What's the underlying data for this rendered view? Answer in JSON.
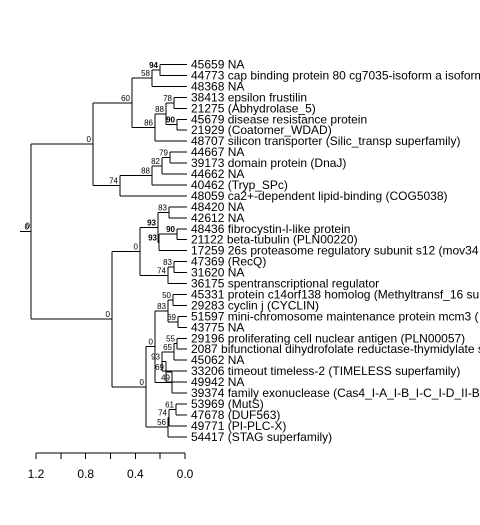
{
  "tree": {
    "leaves": [
      {
        "id": "45659",
        "label": "NA"
      },
      {
        "id": "44773",
        "label": "cap binding protein 80 cg7035-isoform a isoform"
      },
      {
        "id": "48368",
        "label": "NA"
      },
      {
        "id": "38413",
        "label": "epsilon frustilin"
      },
      {
        "id": "21275",
        "label": "(Abhydrolase_5)"
      },
      {
        "id": "45679",
        "label": "disease resistance protein"
      },
      {
        "id": "21929",
        "label": "(Coatomer_WDAD)"
      },
      {
        "id": "48707",
        "label": "silicon transporter (Silic_transp superfamily)"
      },
      {
        "id": "44667",
        "label": "NA"
      },
      {
        "id": "39173",
        "label": "domain protein (DnaJ)"
      },
      {
        "id": "44662",
        "label": "NA"
      },
      {
        "id": "40462",
        "label": "(Tryp_SPc)"
      },
      {
        "id": "48059",
        "label": "ca2+-dependent lipid-binding (COG5038)"
      },
      {
        "id": "48420",
        "label": "NA"
      },
      {
        "id": "42612",
        "label": "NA"
      },
      {
        "id": "48436",
        "label": "fibrocystin-l-like protein"
      },
      {
        "id": "21122",
        "label": "beta-tubulin (PLN00220)"
      },
      {
        "id": "17259",
        "label": "26s proteasome regulatory subunit s12 (mov34"
      },
      {
        "id": "47369",
        "label": "(RecQ)"
      },
      {
        "id": "31620",
        "label": "NA"
      },
      {
        "id": "36175",
        "label": "spentranscriptional regulator"
      },
      {
        "id": "45331",
        "label": "protein c14orf138 homolog (Methyltransf_16 su"
      },
      {
        "id": "29283",
        "label": "cyclin j (CYCLIN)"
      },
      {
        "id": "51597",
        "label": "mini-chromosome maintenance protein mcm3 ("
      },
      {
        "id": "43775",
        "label": "NA"
      },
      {
        "id": "29196",
        "label": "proliferating cell nuclear antigen (PLN00057)"
      },
      {
        "id": "2087",
        "label": "bifunctional dihydrofolate reductase-thymidylate s"
      },
      {
        "id": "45062",
        "label": "NA"
      },
      {
        "id": "33206",
        "label": "timeout timeless-2 (TIMELESS superfamily)"
      },
      {
        "id": "49942",
        "label": "NA"
      },
      {
        "id": "39374",
        "label": "family exonuclease (Cas4_I-A_I-B_I-C_I-D_II-B"
      },
      {
        "id": "53969",
        "label": "(MutS)"
      },
      {
        "id": "47678",
        "label": "(DUF563)"
      },
      {
        "id": "49771",
        "label": "(PI-PLC-X)"
      },
      {
        "id": "54417",
        "label": "(STAG superfamily)"
      }
    ],
    "supports": [
      {
        "node": "n1",
        "value": "94",
        "bold": true
      },
      {
        "node": "n2",
        "value": "58"
      },
      {
        "node": "n3",
        "value": "78"
      },
      {
        "node": "n4",
        "value": "90",
        "bold": true
      },
      {
        "node": "n5",
        "value": "88"
      },
      {
        "node": "n6",
        "value": "86"
      },
      {
        "node": "n7",
        "value": "60"
      },
      {
        "node": "n8",
        "value": "79"
      },
      {
        "node": "n9",
        "value": "82"
      },
      {
        "node": "n10",
        "value": "88"
      },
      {
        "node": "n11",
        "value": "74"
      },
      {
        "node": "n12",
        "value": "0"
      },
      {
        "node": "n13",
        "value": "83"
      },
      {
        "node": "n14",
        "value": "90",
        "bold": true
      },
      {
        "node": "n15",
        "value": "93",
        "bold": true
      },
      {
        "node": "n16",
        "value": "93",
        "bold": true
      },
      {
        "node": "n17",
        "value": "83"
      },
      {
        "node": "n18",
        "value": "74"
      },
      {
        "node": "n19",
        "value": "0"
      },
      {
        "node": "n20",
        "value": "50"
      },
      {
        "node": "n21",
        "value": "69"
      },
      {
        "node": "n22",
        "value": "83"
      },
      {
        "node": "n23",
        "value": "55"
      },
      {
        "node": "n24",
        "value": "65"
      },
      {
        "node": "n25",
        "value": "93"
      },
      {
        "node": "n26",
        "value": "69"
      },
      {
        "node": "n27",
        "value": "49"
      },
      {
        "node": "n28",
        "value": "0"
      },
      {
        "node": "n29",
        "value": "61"
      },
      {
        "node": "n30",
        "value": "74"
      },
      {
        "node": "n31",
        "value": "56"
      },
      {
        "node": "n32",
        "value": "0"
      },
      {
        "node": "n33",
        "value": "0"
      },
      {
        "node": "n34",
        "value": "0"
      }
    ]
  },
  "scale_axis": {
    "ticks": [
      "1.2",
      "0.8",
      "0.4",
      "0.0"
    ]
  }
}
